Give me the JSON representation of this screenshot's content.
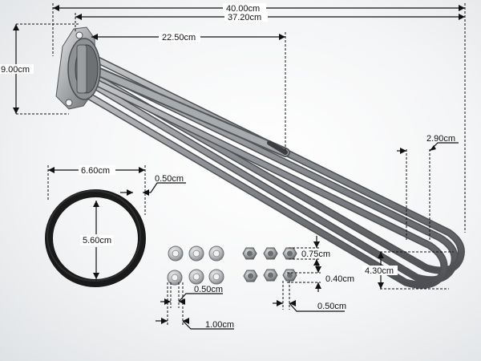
{
  "dimensions": {
    "overall_length": "40.00cm",
    "tube_length": "37.20cm",
    "flange_height": "9.00cm",
    "flange_to_sensor": "22.50cm",
    "tube_spacing": "2.90cm",
    "gasket_outer_diameter": "6.60cm",
    "gasket_thickness": "0.50cm",
    "gasket_inner_diameter": "5.60cm",
    "washer_thickness": "0.50cm",
    "washer_diameter": "1.00cm",
    "nut_height": "0.75cm",
    "nut_thread": "0.40cm",
    "nut_thickness": "0.50cm",
    "element_depth": "4.30cm"
  },
  "colors": {
    "steel_dark": "#5d5f62",
    "steel_mid": "#8c8f93",
    "steel_light": "#c9cbcd",
    "gasket": "#1a1a1a",
    "dimension_line": "#111111"
  }
}
